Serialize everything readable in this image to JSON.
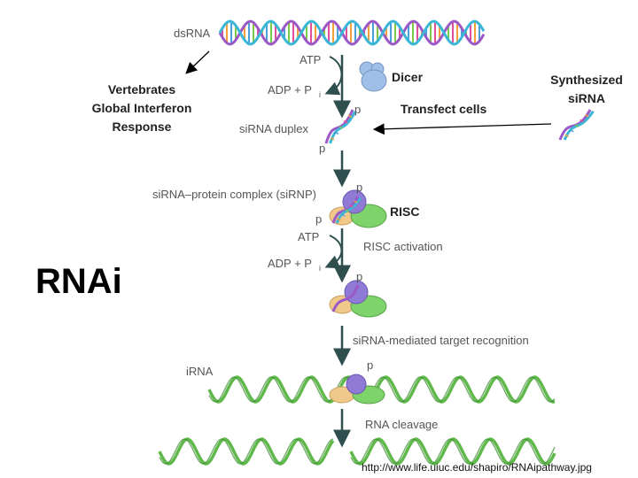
{
  "title": "RNAi",
  "source_url": "http://www.life.uiuc.edu/shapiro/RNAipathway.jpg",
  "colors": {
    "dsrna_strand_a": "#9b59c7",
    "dsrna_strand_b": "#3ab6d6",
    "dsrna_rungs": [
      "#e0509a",
      "#f2a03c",
      "#4aa0d8",
      "#7ec84a"
    ],
    "dicer": "#9fbfe8",
    "risc_purple": "#8f7ad6",
    "risc_green": "#7ed36a",
    "risc_tan": "#f0c98a",
    "mrna_green": "#5fb84a",
    "arrow": "#2f4f4f"
  },
  "labels": {
    "dsrna": "dsRNA",
    "atp_1": "ATP",
    "adp_1": "ADP + P",
    "pi_sub_1": "i",
    "dicer": "Dicer",
    "vertebrates": [
      "Vertebrates",
      "Global Interferon",
      "Response"
    ],
    "synthesized": [
      "Synthesized",
      "siRNA"
    ],
    "transfect": "Transfect cells",
    "sirna_duplex": "siRNA duplex",
    "p_1": "p",
    "p_2": "p",
    "sirnp": "siRNA–protein complex (siRNP)",
    "p_3": "p",
    "p_4": "p",
    "risc": "RISC",
    "atp_2": "ATP",
    "risc_activation": "RISC activation",
    "adp_2": "ADP + P",
    "pi_sub_2": "i",
    "p_5": "p",
    "target_recognition": "siRNA-mediated target recognition",
    "mrna": "iRNA",
    "p_6": "p",
    "rna_cleavage": "RNA cleavage"
  }
}
